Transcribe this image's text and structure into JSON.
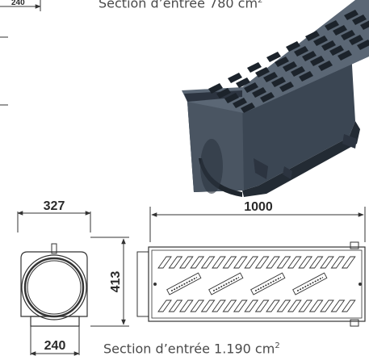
{
  "captions": {
    "top_text": "Section d’entrée 780 cm",
    "top_sup": "2",
    "bottom_text": "Section d’entrée 1.190 cm",
    "bottom_sup": "2"
  },
  "dimensions": {
    "top_left_width": "240",
    "end_view_width": "327",
    "end_view_height": "413",
    "end_view_base": "240",
    "length": "1000"
  },
  "colors": {
    "channel_body": "#3b4653",
    "channel_dark": "#232b34",
    "channel_light": "#5b6775",
    "line": "#333333"
  }
}
